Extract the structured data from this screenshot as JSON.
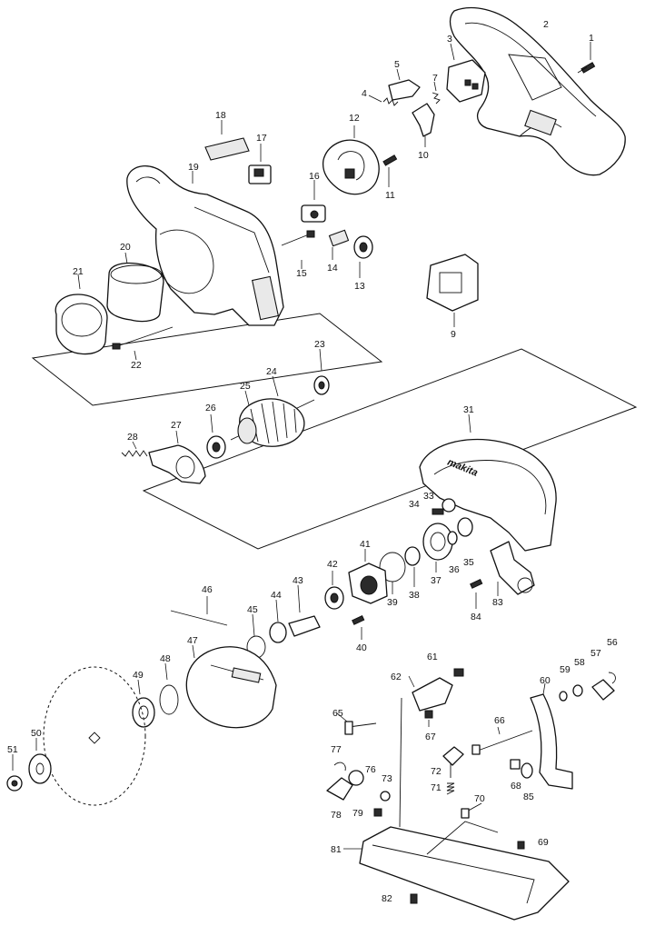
{
  "brand_text": "makita",
  "callouts": [
    {
      "id": "p1",
      "label": "1"
    },
    {
      "id": "p2",
      "label": "2"
    },
    {
      "id": "p3",
      "label": "3"
    },
    {
      "id": "p4",
      "label": "4"
    },
    {
      "id": "p5",
      "label": "5"
    },
    {
      "id": "p7",
      "label": "7"
    },
    {
      "id": "p9",
      "label": "9"
    },
    {
      "id": "p10",
      "label": "10"
    },
    {
      "id": "p11",
      "label": "11"
    },
    {
      "id": "p12",
      "label": "12"
    },
    {
      "id": "p13",
      "label": "13"
    },
    {
      "id": "p14",
      "label": "14"
    },
    {
      "id": "p15",
      "label": "15"
    },
    {
      "id": "p16",
      "label": "16"
    },
    {
      "id": "p17",
      "label": "17"
    },
    {
      "id": "p18",
      "label": "18"
    },
    {
      "id": "p19",
      "label": "19"
    },
    {
      "id": "p20",
      "label": "20"
    },
    {
      "id": "p21",
      "label": "21"
    },
    {
      "id": "p22",
      "label": "22"
    },
    {
      "id": "p23",
      "label": "23"
    },
    {
      "id": "p24",
      "label": "24"
    },
    {
      "id": "p25",
      "label": "25"
    },
    {
      "id": "p26",
      "label": "26"
    },
    {
      "id": "p27",
      "label": "27"
    },
    {
      "id": "p28",
      "label": "28"
    },
    {
      "id": "p31",
      "label": "31"
    },
    {
      "id": "p33",
      "label": "33"
    },
    {
      "id": "p34",
      "label": "34"
    },
    {
      "id": "p35",
      "label": "35"
    },
    {
      "id": "p36",
      "label": "36"
    },
    {
      "id": "p37",
      "label": "37"
    },
    {
      "id": "p38",
      "label": "38"
    },
    {
      "id": "p39",
      "label": "39"
    },
    {
      "id": "p40",
      "label": "40"
    },
    {
      "id": "p41",
      "label": "41"
    },
    {
      "id": "p42",
      "label": "42"
    },
    {
      "id": "p43",
      "label": "43"
    },
    {
      "id": "p44",
      "label": "44"
    },
    {
      "id": "p45",
      "label": "45"
    },
    {
      "id": "p46",
      "label": "46"
    },
    {
      "id": "p47",
      "label": "47"
    },
    {
      "id": "p48",
      "label": "48"
    },
    {
      "id": "p49",
      "label": "49"
    },
    {
      "id": "p50",
      "label": "50"
    },
    {
      "id": "p51",
      "label": "51"
    },
    {
      "id": "p56",
      "label": "56"
    },
    {
      "id": "p57",
      "label": "57"
    },
    {
      "id": "p58",
      "label": "58"
    },
    {
      "id": "p59",
      "label": "59"
    },
    {
      "id": "p60",
      "label": "60"
    },
    {
      "id": "p61",
      "label": "61"
    },
    {
      "id": "p62",
      "label": "62"
    },
    {
      "id": "p65",
      "label": "65"
    },
    {
      "id": "p66",
      "label": "66"
    },
    {
      "id": "p67",
      "label": "67"
    },
    {
      "id": "p68",
      "label": "68"
    },
    {
      "id": "p69",
      "label": "69"
    },
    {
      "id": "p70",
      "label": "70"
    },
    {
      "id": "p71",
      "label": "71"
    },
    {
      "id": "p72",
      "label": "72"
    },
    {
      "id": "p73",
      "label": "73"
    },
    {
      "id": "p76",
      "label": "76"
    },
    {
      "id": "p77",
      "label": "77"
    },
    {
      "id": "p78",
      "label": "78"
    },
    {
      "id": "p79",
      "label": "79"
    },
    {
      "id": "p81",
      "label": "81"
    },
    {
      "id": "p82",
      "label": "82"
    },
    {
      "id": "p83",
      "label": "83"
    },
    {
      "id": "p84",
      "label": "84"
    },
    {
      "id": "p85",
      "label": "85"
    }
  ]
}
